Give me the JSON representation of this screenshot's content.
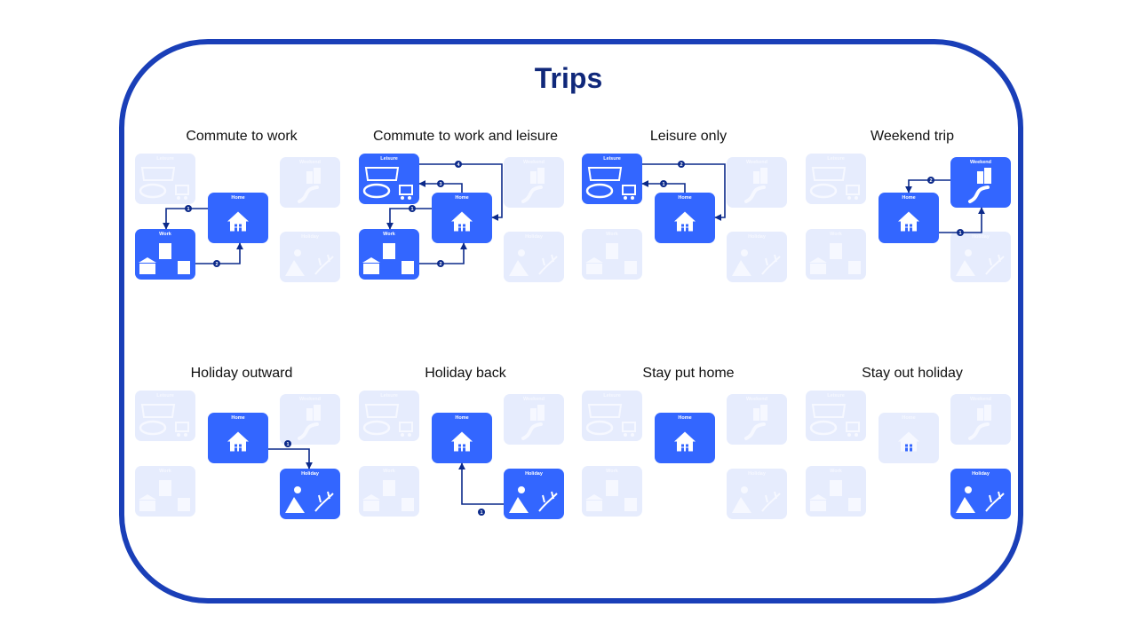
{
  "title": "Trips",
  "node_labels": {
    "leisure": "Leisure",
    "weekend": "Weekend",
    "home": "Home",
    "work": "Work",
    "holiday": "Holiday"
  },
  "colors": {
    "active": "#3366ff",
    "inactive": "#e6ecfd",
    "arrow": "#0c2a8a",
    "frame": "#1a3fb8",
    "title": "#10287a"
  },
  "panels": [
    {
      "title": "Commute to work",
      "home_pos": "center",
      "active": [
        "home",
        "work"
      ],
      "arrows": [
        {
          "n": "1",
          "from": "home",
          "to": "work"
        },
        {
          "n": "2",
          "from": "work",
          "to": "home"
        }
      ]
    },
    {
      "title": "Commute to work and leisure",
      "home_pos": "center",
      "active": [
        "home",
        "work",
        "leisure"
      ],
      "arrows": [
        {
          "n": "1",
          "from": "home",
          "to": "work"
        },
        {
          "n": "2",
          "from": "work",
          "to": "home"
        },
        {
          "n": "3",
          "from": "home",
          "to": "leisure"
        },
        {
          "n": "4",
          "from": "leisure",
          "to": "home"
        }
      ]
    },
    {
      "title": "Leisure only",
      "home_pos": "center",
      "active": [
        "home",
        "leisure"
      ],
      "arrows": [
        {
          "n": "1",
          "from": "home",
          "to": "leisure"
        },
        {
          "n": "2",
          "from": "leisure",
          "to": "home"
        }
      ]
    },
    {
      "title": "Weekend trip",
      "home_pos": "center",
      "active": [
        "home",
        "weekend"
      ],
      "arrows": [
        {
          "n": "1",
          "from": "home",
          "to": "weekend"
        },
        {
          "n": "2",
          "from": "weekend",
          "to": "home"
        }
      ]
    },
    {
      "title": "Holiday outward",
      "home_pos": "upper",
      "active": [
        "home",
        "holiday"
      ],
      "arrows": [
        {
          "n": "1",
          "from": "home",
          "to": "holiday"
        }
      ]
    },
    {
      "title": "Holiday back",
      "home_pos": "upper",
      "active": [
        "home",
        "holiday"
      ],
      "arrows": [
        {
          "n": "1",
          "from": "holiday",
          "to": "home"
        }
      ]
    },
    {
      "title": "Stay put home",
      "home_pos": "upper",
      "active": [
        "home"
      ],
      "arrows": []
    },
    {
      "title": "Stay out holiday",
      "home_pos": "upper",
      "active": [
        "holiday"
      ],
      "arrows": []
    }
  ]
}
